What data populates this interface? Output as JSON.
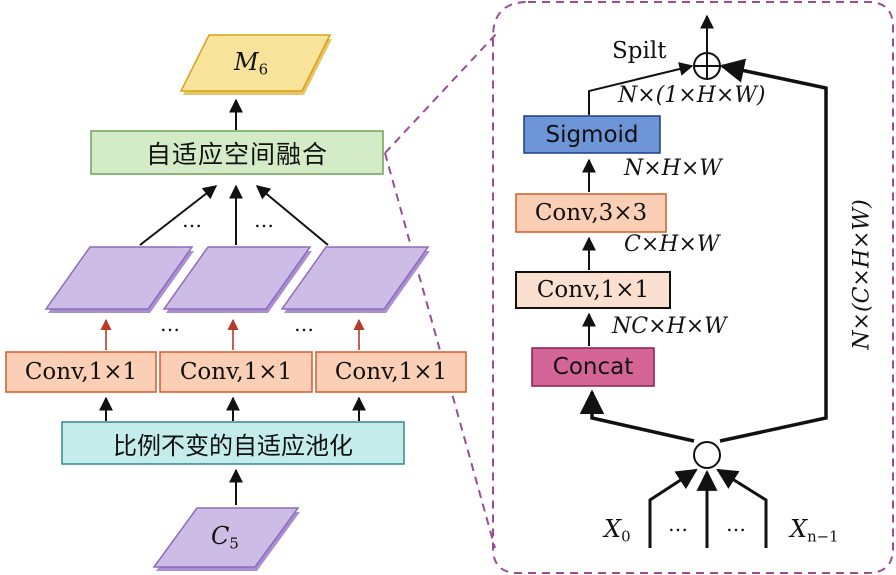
{
  "colors": {
    "m6_fill": "#f8e39a",
    "m6_stroke": "#d8a21a",
    "fusion_fill": "#d4ebc7",
    "fusion_stroke": "#6fa35a",
    "feature_fill": "#cdbde6",
    "feature_stroke": "#8d6bbd",
    "conv_fill": "#fbcfb5",
    "conv_stroke": "#d65a28",
    "pool_fill": "#c3ecea",
    "pool_stroke": "#2f8a93",
    "sigmoid_fill": "#6e95d8",
    "sigmoid_stroke": "#1c3f82",
    "concat_fill": "#d56596",
    "concat_stroke": "#8a1f55",
    "conv11_fill": "#fce0cf",
    "conv11_stroke": "#111111",
    "dashed_border": "#9a4c94",
    "red_arrow": "#b83a2a"
  },
  "left": {
    "m6": {
      "base": "M",
      "sub": "6"
    },
    "fusion_label": "自适应空间融合",
    "top_ellipses": [
      "…",
      "…"
    ],
    "mid_ellipses": [
      "…",
      "…"
    ],
    "conv_labels": [
      "Conv,1×1",
      "Conv,1×1",
      "Conv,1×1"
    ],
    "pool_label": "比例不变的自适应池化",
    "c5": {
      "base": "C",
      "sub": "5"
    }
  },
  "right": {
    "split_label": "Spilt",
    "plus_symbol": "⊕",
    "dim_top": "N×(1×H×W)",
    "sigmoid_label": "Sigmoid",
    "dim_nhw": "N×H×W",
    "conv33_label": "Conv,3×3",
    "dim_chw": "C×H×W",
    "conv11_label": "Conv,1×1",
    "dim_nchw": "NC×H×W",
    "concat_label": "Concat",
    "dim_side": "N×(C×H×W)",
    "x0": {
      "base": "X",
      "sub": "0"
    },
    "bottom_ellipses": [
      "…",
      "…"
    ],
    "xn": {
      "base": "X",
      "sub": "n−1"
    }
  }
}
